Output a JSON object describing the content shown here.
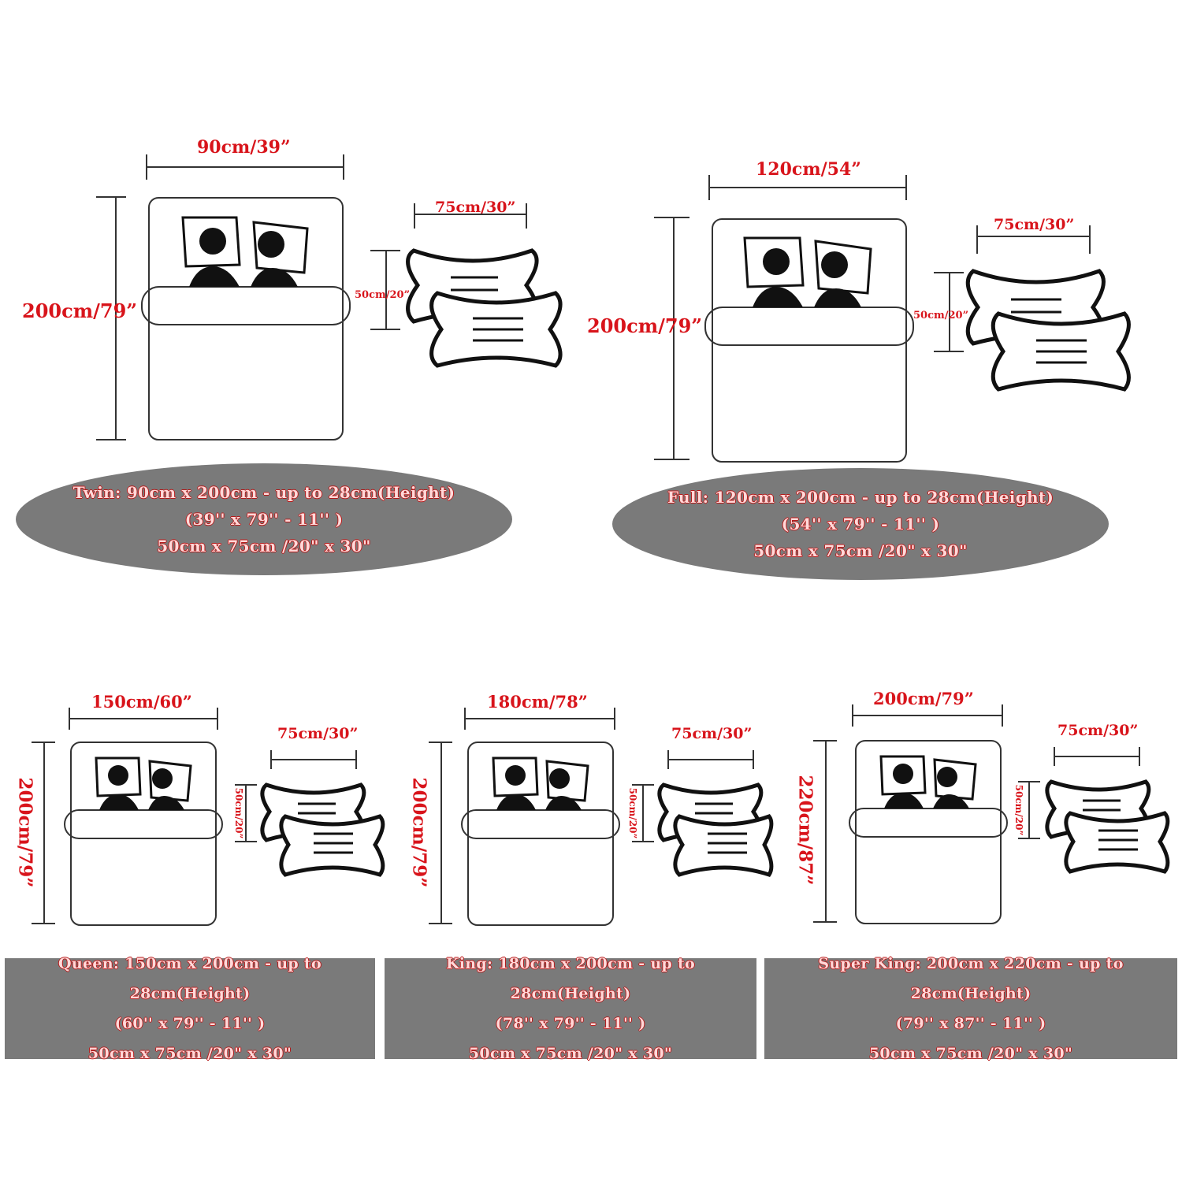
{
  "beds": [
    {
      "id": "twin",
      "width_label": "90cm/39”",
      "length_label": "200cm/79”",
      "pillow_width_label": "75cm/30”",
      "pillow_height_label": "50cm/20”",
      "caption": [
        "Twin: 90cm x 200cm - up to 28cm(Height)",
        "(39'' x 79'' - 11'' )",
        "50cm x 75cm /20\" x 30\""
      ]
    },
    {
      "id": "full",
      "width_label": "120cm/54”",
      "length_label": "200cm/79”",
      "pillow_width_label": "75cm/30”",
      "pillow_height_label": "50cm/20”",
      "caption": [
        "Full: 120cm x 200cm - up to 28cm(Height)",
        "(54'' x 79'' - 11'' )",
        "50cm x 75cm /20\" x 30\""
      ]
    },
    {
      "id": "queen",
      "width_label": "150cm/60”",
      "length_label": "200cm/79”",
      "pillow_width_label": "75cm/30”",
      "pillow_height_label": "50cm/20”",
      "caption": [
        "Queen: 150cm x 200cm - up to 28cm(Height)",
        "(60'' x 79'' - 11'' )",
        "50cm x 75cm /20\" x 30\""
      ]
    },
    {
      "id": "king",
      "width_label": "180cm/78”",
      "length_label": "200cm/79”",
      "pillow_width_label": "75cm/30”",
      "pillow_height_label": "50cm/20”",
      "caption": [
        "King: 180cm x 200cm - up to 28cm(Height)",
        "(78'' x 79'' - 11'' )",
        "50cm x 75cm /20\" x 30\""
      ]
    },
    {
      "id": "super-king",
      "width_label": "200cm/79”",
      "length_label": "220cm/87”",
      "pillow_width_label": "75cm/30”",
      "pillow_height_label": "50cm/20”",
      "caption": [
        "Super King: 200cm x 220cm - up to 28cm(Height)",
        "(79'' x 87'' - 11'' )",
        "50cm x 75cm /20\" x 30\""
      ]
    }
  ],
  "colors": {
    "label": "#d8141b",
    "caption_bg": "#7a7a7a",
    "line": "#222222"
  }
}
